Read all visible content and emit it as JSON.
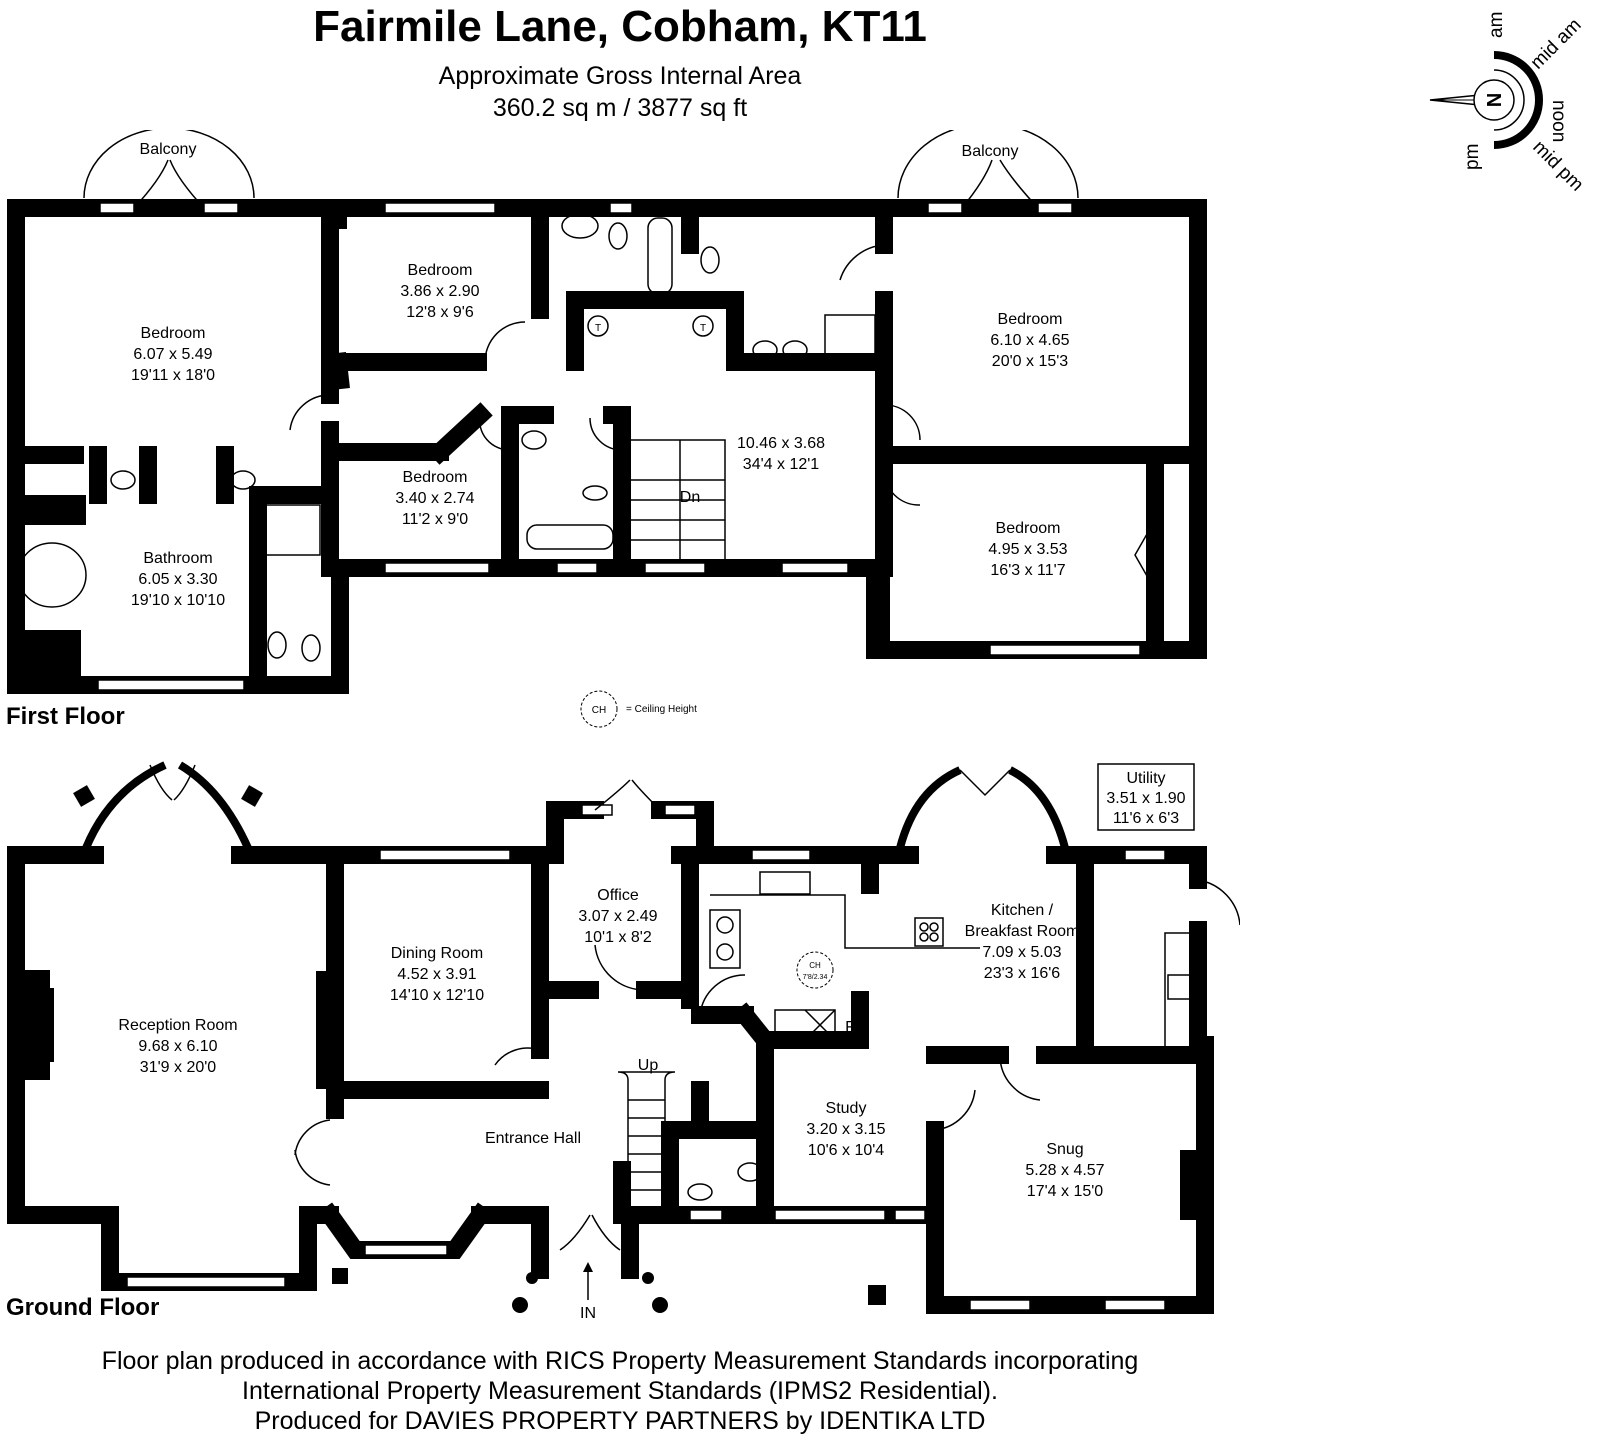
{
  "header": {
    "title": "Fairmile Lane, Cobham, KT11",
    "area_label": "Approximate Gross Internal Area",
    "area_value": "360.2 sq m / 3877 sq ft"
  },
  "compass": {
    "north": "N",
    "am": "am",
    "mid_am": "mid am",
    "noon": "noon",
    "mid_pm": "mid pm",
    "pm": "pm"
  },
  "legend": {
    "symbol": "CH",
    "text": "= Ceiling Height"
  },
  "first_floor": {
    "label": "First Floor",
    "balcony_left": "Balcony",
    "balcony_right": "Balcony",
    "rooms": [
      {
        "name": "Bedroom",
        "metric": "6.07 x 5.49",
        "imperial": "19'11 x 18'0"
      },
      {
        "name": "Bedroom",
        "metric": "3.86 x 2.90",
        "imperial": "12'8 x 9'6"
      },
      {
        "name": "Bedroom",
        "metric": "6.10 x 4.65",
        "imperial": "20'0 x 15'3"
      },
      {
        "name": "",
        "metric": "10.46 x 3.68",
        "imperial": "34'4 x 12'1"
      },
      {
        "name": "Bedroom",
        "metric": "3.40 x 2.74",
        "imperial": "11'2 x 9'0"
      },
      {
        "name": "Bathroom",
        "metric": "6.05 x 3.30",
        "imperial": "19'10 x 10'10"
      },
      {
        "name": "Bedroom",
        "metric": "4.95 x 3.53",
        "imperial": "16'3 x 11'7"
      }
    ],
    "stairs_label": "Dn",
    "tank_label": "T"
  },
  "ground_floor": {
    "label": "Ground Floor",
    "rooms": [
      {
        "name": "Reception Room",
        "metric": "9.68 x 6.10",
        "imperial": "31'9 x 20'0"
      },
      {
        "name": "Dining Room",
        "metric": "4.52 x 3.91",
        "imperial": "14'10 x 12'10"
      },
      {
        "name": "Office",
        "metric": "3.07 x 2.49",
        "imperial": "10'1 x 8'2"
      },
      {
        "name": "Kitchen /",
        "name2": "Breakfast Room",
        "metric": "7.09 x 5.03",
        "imperial": "23'3 x 16'6"
      },
      {
        "name": "Utility",
        "metric": "3.51 x 1.90",
        "imperial": "11'6 x 6'3"
      },
      {
        "name": "Study",
        "metric": "3.20 x 3.15",
        "imperial": "10'6 x 10'4"
      },
      {
        "name": "Snug",
        "metric": "5.28 x 4.57",
        "imperial": "17'4 x 15'0"
      }
    ],
    "entrance_hall": "Entrance Hall",
    "stairs_label": "Up",
    "entry_label": "IN",
    "fridge_label": "F",
    "ceiling_height": {
      "symbol": "CH",
      "value": "7'8/2.34"
    }
  },
  "footer": {
    "line1": "Floor plan produced in accordance with RICS Property Measurement Standards incorporating",
    "line2": "International Property Measurement Standards (IPMS2 Residential).",
    "line3": "Produced for DAVIES PROPERTY PARTNERS by IDENTIKA LTD"
  }
}
